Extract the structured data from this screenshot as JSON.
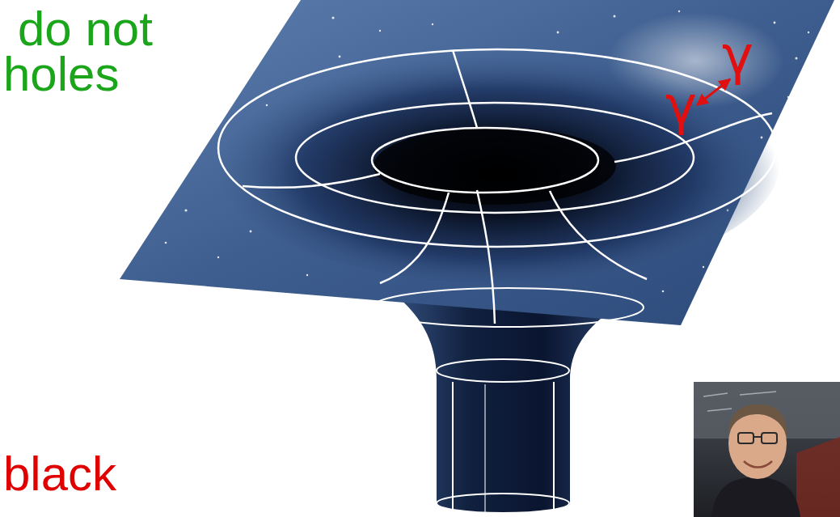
{
  "diagram": {
    "labels": [
      "do not",
      "holes",
      "black",
      "γ",
      "γ"
    ]
  }
}
